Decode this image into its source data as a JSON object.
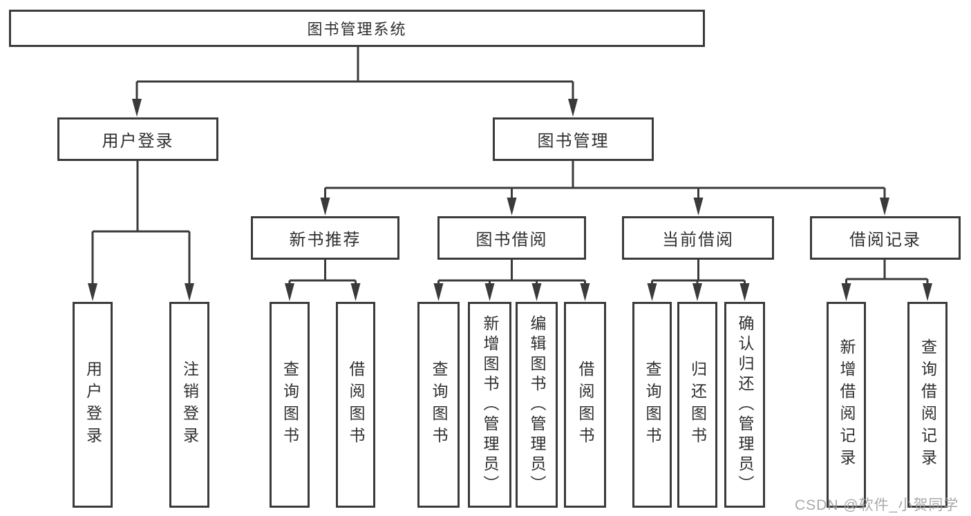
{
  "root": {
    "label": "图书管理系统"
  },
  "user_login": {
    "label": "用户登录",
    "children": [
      {
        "label": "用户登录"
      },
      {
        "label": "注销登录"
      }
    ]
  },
  "book_management": {
    "label": "图书管理",
    "sections": [
      {
        "label": "新书推荐",
        "children": [
          {
            "label": "查询图书"
          },
          {
            "label": "借阅图书"
          }
        ]
      },
      {
        "label": "图书借阅",
        "children": [
          {
            "label": "查询图书"
          },
          {
            "label": "新增图书（管理员）"
          },
          {
            "label": "编辑图书（管理员）"
          },
          {
            "label": "借阅图书"
          }
        ]
      },
      {
        "label": "当前借阅",
        "children": [
          {
            "label": "查询图书"
          },
          {
            "label": "归还图书"
          },
          {
            "label": "确认归还（管理员）"
          }
        ]
      },
      {
        "label": "借阅记录",
        "children": [
          {
            "label": "新增借阅记录"
          },
          {
            "label": "查询借阅记录"
          }
        ]
      }
    ]
  },
  "watermark": {
    "text": "CSDN @软件_小贺同学"
  },
  "colors": {
    "line": "#3a3a3a",
    "text": "#2f2f2f",
    "watermark": "#a0a0a0",
    "background": "#ffffff"
  }
}
